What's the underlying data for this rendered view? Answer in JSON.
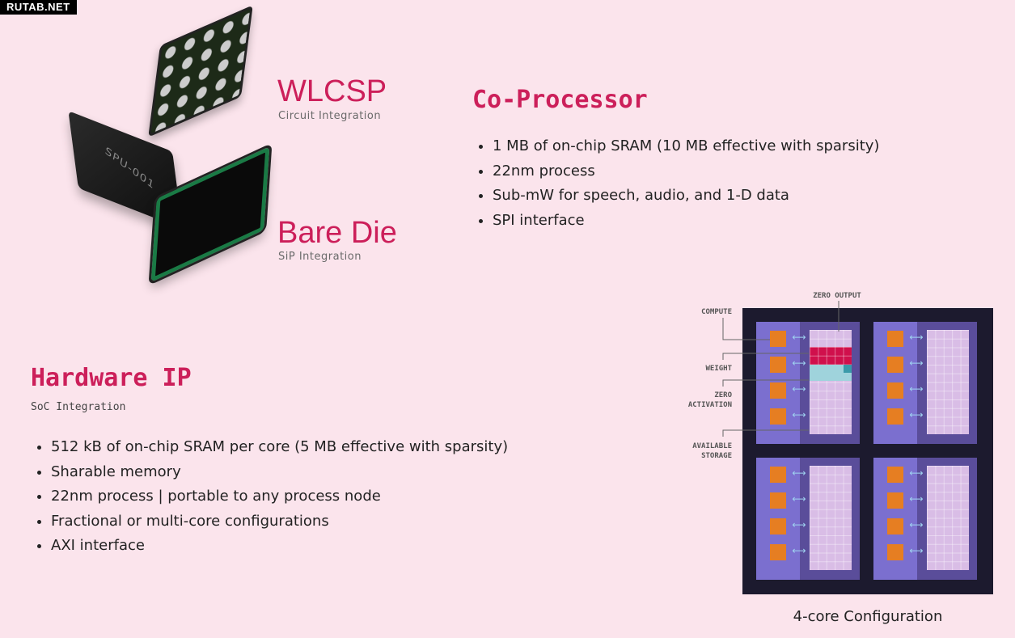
{
  "watermark": "RUTAB.NET",
  "packages": [
    {
      "title": "WLCSP",
      "subtitle": "Circuit Integration"
    },
    {
      "title": "Bare Die",
      "subtitle": "SiP Integration"
    }
  ],
  "chip_marking": "SPU-001",
  "coprocessor": {
    "title": "Co-Processor",
    "bullets": [
      "1 MB of on-chip SRAM (10 MB effective with sparsity)",
      "22nm process",
      "Sub-mW for speech, audio, and 1-D data",
      "SPI interface"
    ]
  },
  "hardware_ip": {
    "title": "Hardware IP",
    "subtitle": "SoC Integration",
    "bullets": [
      "512 kB of on-chip SRAM per core (5 MB effective with sparsity)",
      "Sharable memory",
      "22nm process | portable to any process node",
      "Fractional or multi-core configurations",
      "AXI interface"
    ]
  },
  "diagram": {
    "labels": {
      "zero_output": "ZERO OUTPUT",
      "compute": "COMPUTE",
      "weight": "WEIGHT",
      "zero_activation": "ZERO ACTIVATION",
      "available_storage": "AVAILABLE STORAGE"
    },
    "caption": "4-core Configuration",
    "cores": 4,
    "colors": {
      "background": "#1c1a2e",
      "compute": "#e67e22",
      "weight": "#d0104c",
      "activation": "#9fd3dc",
      "storage": "#d9bde6"
    }
  }
}
